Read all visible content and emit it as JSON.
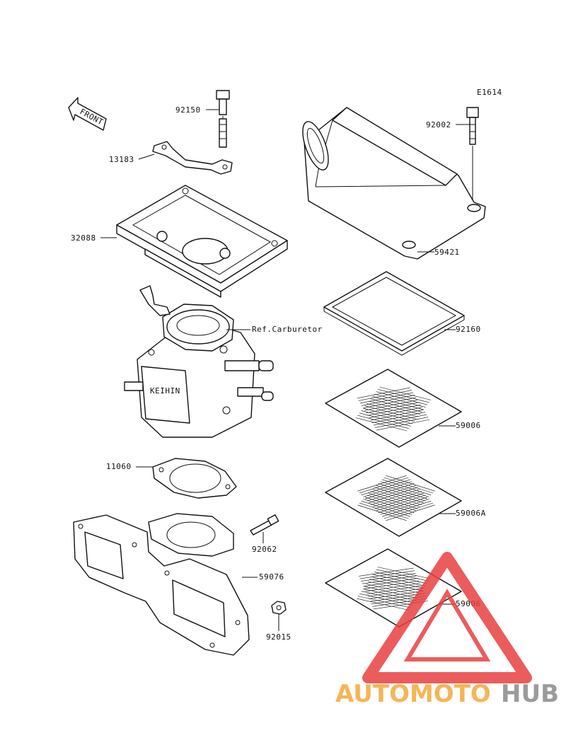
{
  "diagram_code": "E1614",
  "front_label": "FRONT",
  "parts": {
    "p92150": "92150",
    "p13183": "13183",
    "p32088": "32088",
    "p_carb": "Ref.Carburetor",
    "p11060": "11060",
    "p92062": "92062",
    "p59076": "59076",
    "p92015": "92015",
    "p92002": "92002",
    "p59421": "59421",
    "p92160": "92160",
    "p59006a": "59006",
    "p59006A": "59006A",
    "p59006b": "59006"
  },
  "watermark": {
    "text_left": "AUTOMOTO",
    "text_right": "HUB",
    "color_left": "#f4a93a",
    "color_right": "#8a8a8a",
    "triangle_color": "#e84040"
  }
}
